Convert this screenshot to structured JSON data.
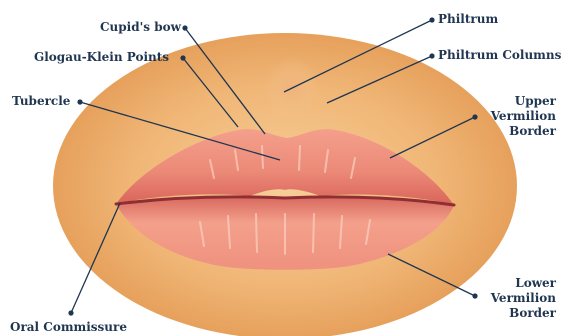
{
  "labels": {
    "cupids_bow": "Cupid's bow",
    "glogau_klein": "Glogau-Klein Points",
    "tubercle": "Tubercle",
    "oral_commissure": "Oral Commissure",
    "philtrum": "Philtrum",
    "philtrum_columns": "Philtrum Columns",
    "upper_vermilion": [
      "Upper",
      "Vermilion",
      "Border"
    ],
    "lower_vermilion": [
      "Lower",
      "Vermilion",
      "Border"
    ]
  },
  "colors": {
    "label_text": "#1f3550",
    "leader_line": "#1f3550",
    "skin_outer": "#e5a05e",
    "skin_inner": "#f4c58b",
    "lip_upper": "#ec8e7c",
    "lip_lower": "#f19c88",
    "lip_shadow": "#c8514a",
    "mouth_line": "#8f2f33"
  }
}
